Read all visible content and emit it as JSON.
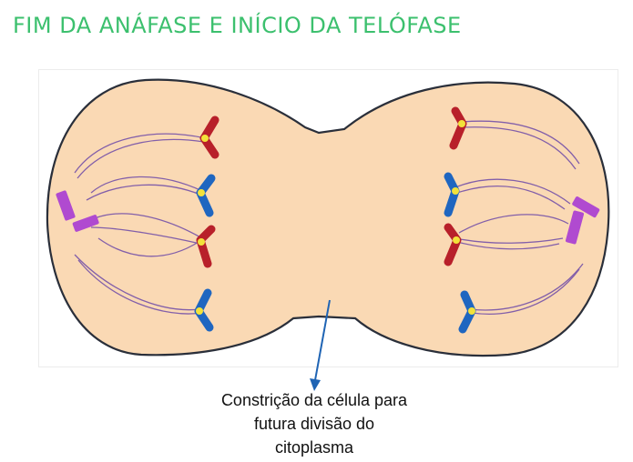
{
  "title": "FIM DA ANÁFASE E INÍCIO DA TELÓFASE",
  "caption": {
    "line1": "Constrição da célula para",
    "line2": "futura divisão do",
    "line3": "citoplasma"
  },
  "colors": {
    "title": "#3cc06e",
    "cell_fill": "#fad9b4",
    "cell_stroke": "#2a2f3a",
    "chromosome_red": "#b8202a",
    "chromosome_blue": "#1f66c0",
    "centromere": "#f2e23a",
    "centriole": "#b04ad0",
    "spindle": "#6e4aa8",
    "arrow": "#1f64b4"
  }
}
